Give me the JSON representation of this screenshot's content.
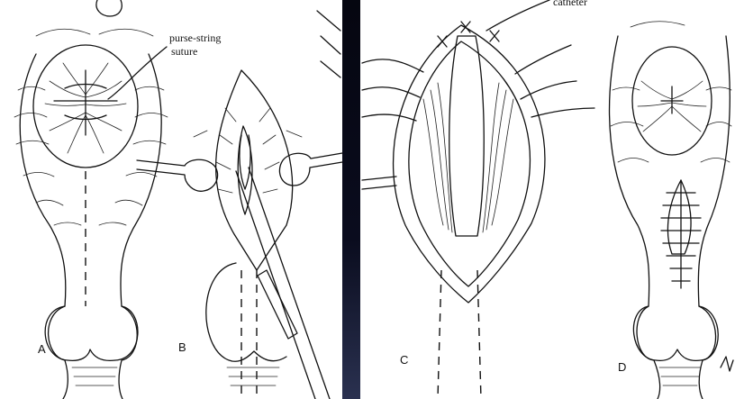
{
  "panels": [
    {
      "id": "A",
      "label": "A"
    },
    {
      "id": "B",
      "label": "B"
    },
    {
      "id": "C",
      "label": "C"
    },
    {
      "id": "D",
      "label": "D"
    }
  ],
  "annotations": {
    "purse_string_line1": "purse-string",
    "purse_string_line2": "suture",
    "catheter": "catheter"
  },
  "colors": {
    "frame": "#0a0c1e",
    "ink": "#111111",
    "paper": "#ffffff"
  }
}
